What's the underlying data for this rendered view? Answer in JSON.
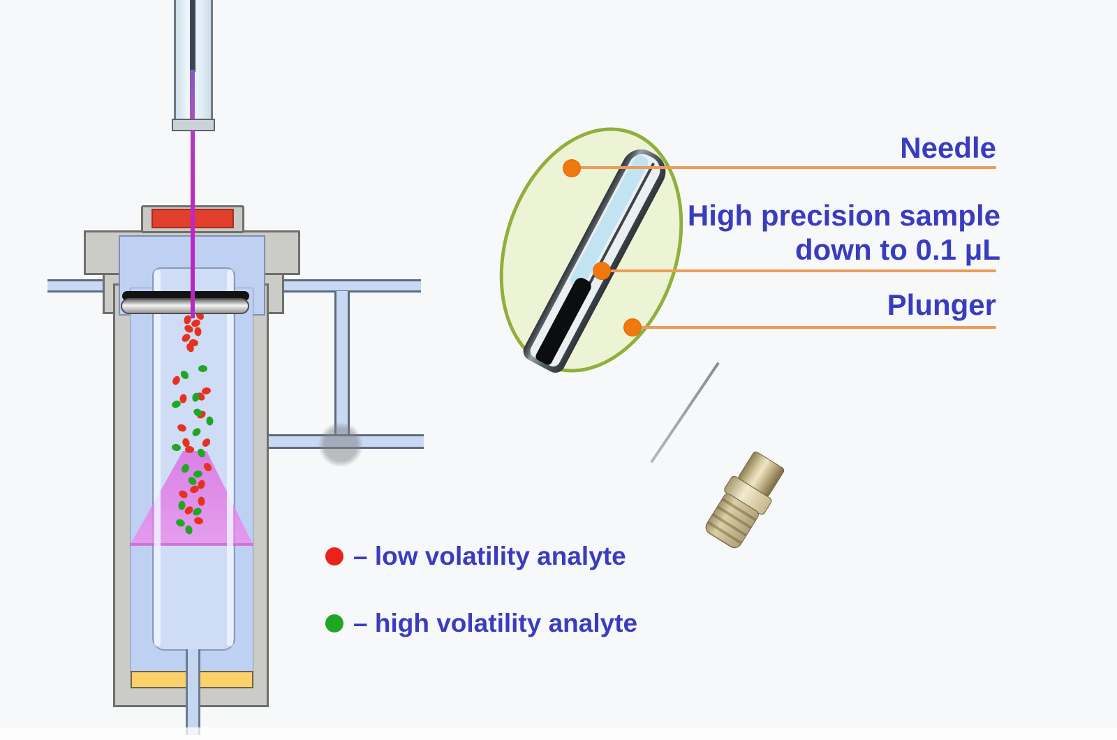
{
  "background": "#f7f8f9",
  "callouts": {
    "needle": "Needle",
    "sample_line1": "High precision sample",
    "sample_line2": "down to 0.1 μL",
    "plunger": "Plunger",
    "text_color": "#3a3cc0",
    "line_color": "#ec9c58",
    "dot_color": "#f0790f"
  },
  "legend": {
    "items": [
      {
        "label": "– low volatility analyte",
        "color": "#e8231d"
      },
      {
        "label": "– high volatility analyte",
        "color": "#1fa623"
      }
    ]
  },
  "injector": {
    "septum_color": "#e0402c",
    "bottom_ferrule_color": "#fbd26a",
    "plume_top_color": "#dc6ae0",
    "plume_bottom_color": "#ea8fec",
    "particle_colors": {
      "red": "#e5321f",
      "green": "#1fa623"
    },
    "particles": {
      "red": [
        [
          278,
          443
        ],
        [
          286,
          452
        ],
        [
          268,
          458
        ],
        [
          280,
          463
        ],
        [
          270,
          471
        ],
        [
          283,
          475
        ],
        [
          266,
          484
        ],
        [
          277,
          491
        ],
        [
          272,
          498
        ],
        [
          252,
          545
        ],
        [
          295,
          560
        ],
        [
          287,
          568
        ],
        [
          262,
          571
        ],
        [
          288,
          594
        ],
        [
          260,
          613
        ],
        [
          266,
          634
        ],
        [
          295,
          634
        ],
        [
          271,
          644
        ],
        [
          297,
          669
        ],
        [
          288,
          694
        ],
        [
          278,
          701
        ],
        [
          262,
          708
        ],
        [
          288,
          718
        ],
        [
          270,
          731
        ],
        [
          284,
          746
        ]
      ],
      "green": [
        [
          290,
          528
        ],
        [
          264,
          537
        ],
        [
          280,
          569
        ],
        [
          252,
          579
        ],
        [
          283,
          591
        ],
        [
          300,
          603
        ],
        [
          281,
          619
        ],
        [
          252,
          641
        ],
        [
          288,
          649
        ],
        [
          265,
          671
        ],
        [
          283,
          679
        ],
        [
          275,
          689
        ],
        [
          260,
          724
        ],
        [
          282,
          733
        ],
        [
          258,
          749
        ],
        [
          270,
          759
        ]
      ]
    }
  }
}
